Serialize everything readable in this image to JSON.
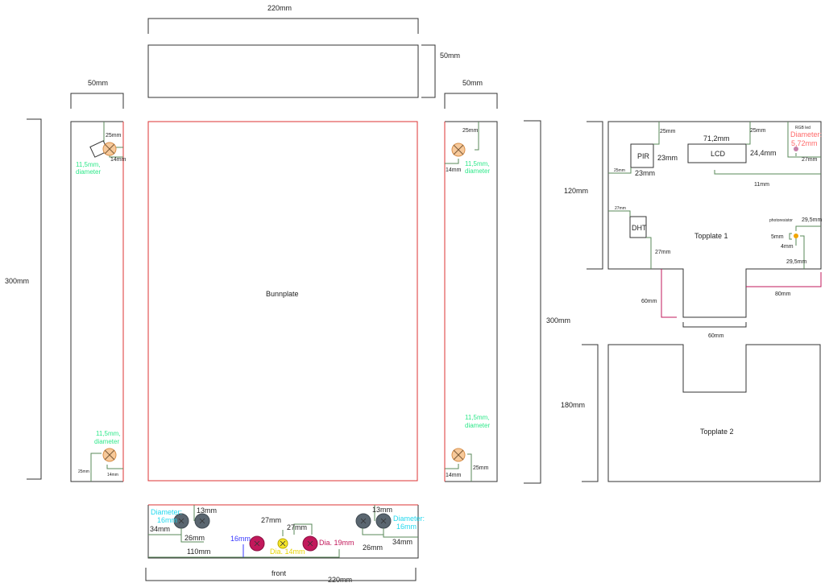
{
  "title_top_width": "220mm",
  "top_panel": {
    "height": "50mm"
  },
  "left_panel": {
    "width": "50mm",
    "height": "300mm",
    "led_top": {
      "dia": "11,5mm,",
      "dia2": "diameter",
      "v": "25mm",
      "h": "14mm"
    },
    "led_bottom": {
      "dia": "11,5mm,",
      "dia2": "diameter",
      "v": "25mm",
      "h": "14mm"
    }
  },
  "bunnplate": {
    "label": "Bunnplate"
  },
  "right_panel": {
    "width": "50mm",
    "height": "300mm",
    "led_top": {
      "dia": "11,5mm,",
      "dia2": "diameter",
      "v": "25mm",
      "h": "14mm"
    },
    "led_bottom": {
      "dia": "11,5mm,",
      "dia2": "diameter",
      "v": "25mm",
      "h": "14mm"
    }
  },
  "topplate1": {
    "label": "Topplate 1",
    "height": "120mm",
    "pir": "PIR",
    "pir_w": "23mm",
    "pir_h": "23mm",
    "pir_top": "25mm",
    "pir_left": "25mm",
    "lcd": "LCD",
    "lcd_w": "71,2mm",
    "lcd_h": "24,4mm",
    "lcd_top": "25mm",
    "lcd_right": "11mm",
    "rgb": "RGB led",
    "rgb_dia": "Diameter:",
    "rgb_dia_val": "5,72mm",
    "rgb_right": "27mm",
    "dht": "DHT",
    "dht_top": "27mm",
    "dht_side": "27mm",
    "photo": "photoresistor",
    "photo_top": "29,5mm",
    "photo_w": "5mm",
    "photo_h": "4mm",
    "photo_right": "29,5mm",
    "notch_depth": "60mm",
    "notch_width": "60mm",
    "notch_right": "80mm"
  },
  "topplate2": {
    "label": "Topplate 2",
    "height": "180mm"
  },
  "front": {
    "label": "front",
    "width": "220mm",
    "left_dia": "Diameter:",
    "left_dia_val": "16mm",
    "left_gap": "13mm",
    "left_h": "34mm",
    "left_w": "26mm",
    "right_dia": "Diameter:",
    "right_dia_val": "16mm",
    "right_gap": "13mm",
    "right_h": "34mm",
    "right_w": "26mm",
    "mid1": "27mm",
    "mid2": "27mm",
    "red_dia": "Dia. 19mm",
    "yellow_dia": "Dia. 14mm",
    "blue_h": "16mm",
    "center": "110mm"
  },
  "colors": {
    "led": "#f7c99a",
    "btn": "#5a6670",
    "red": "#c2185b",
    "yellow": "#f5e62a",
    "rgb": "#c77fa8",
    "photo": "#f0a500"
  }
}
